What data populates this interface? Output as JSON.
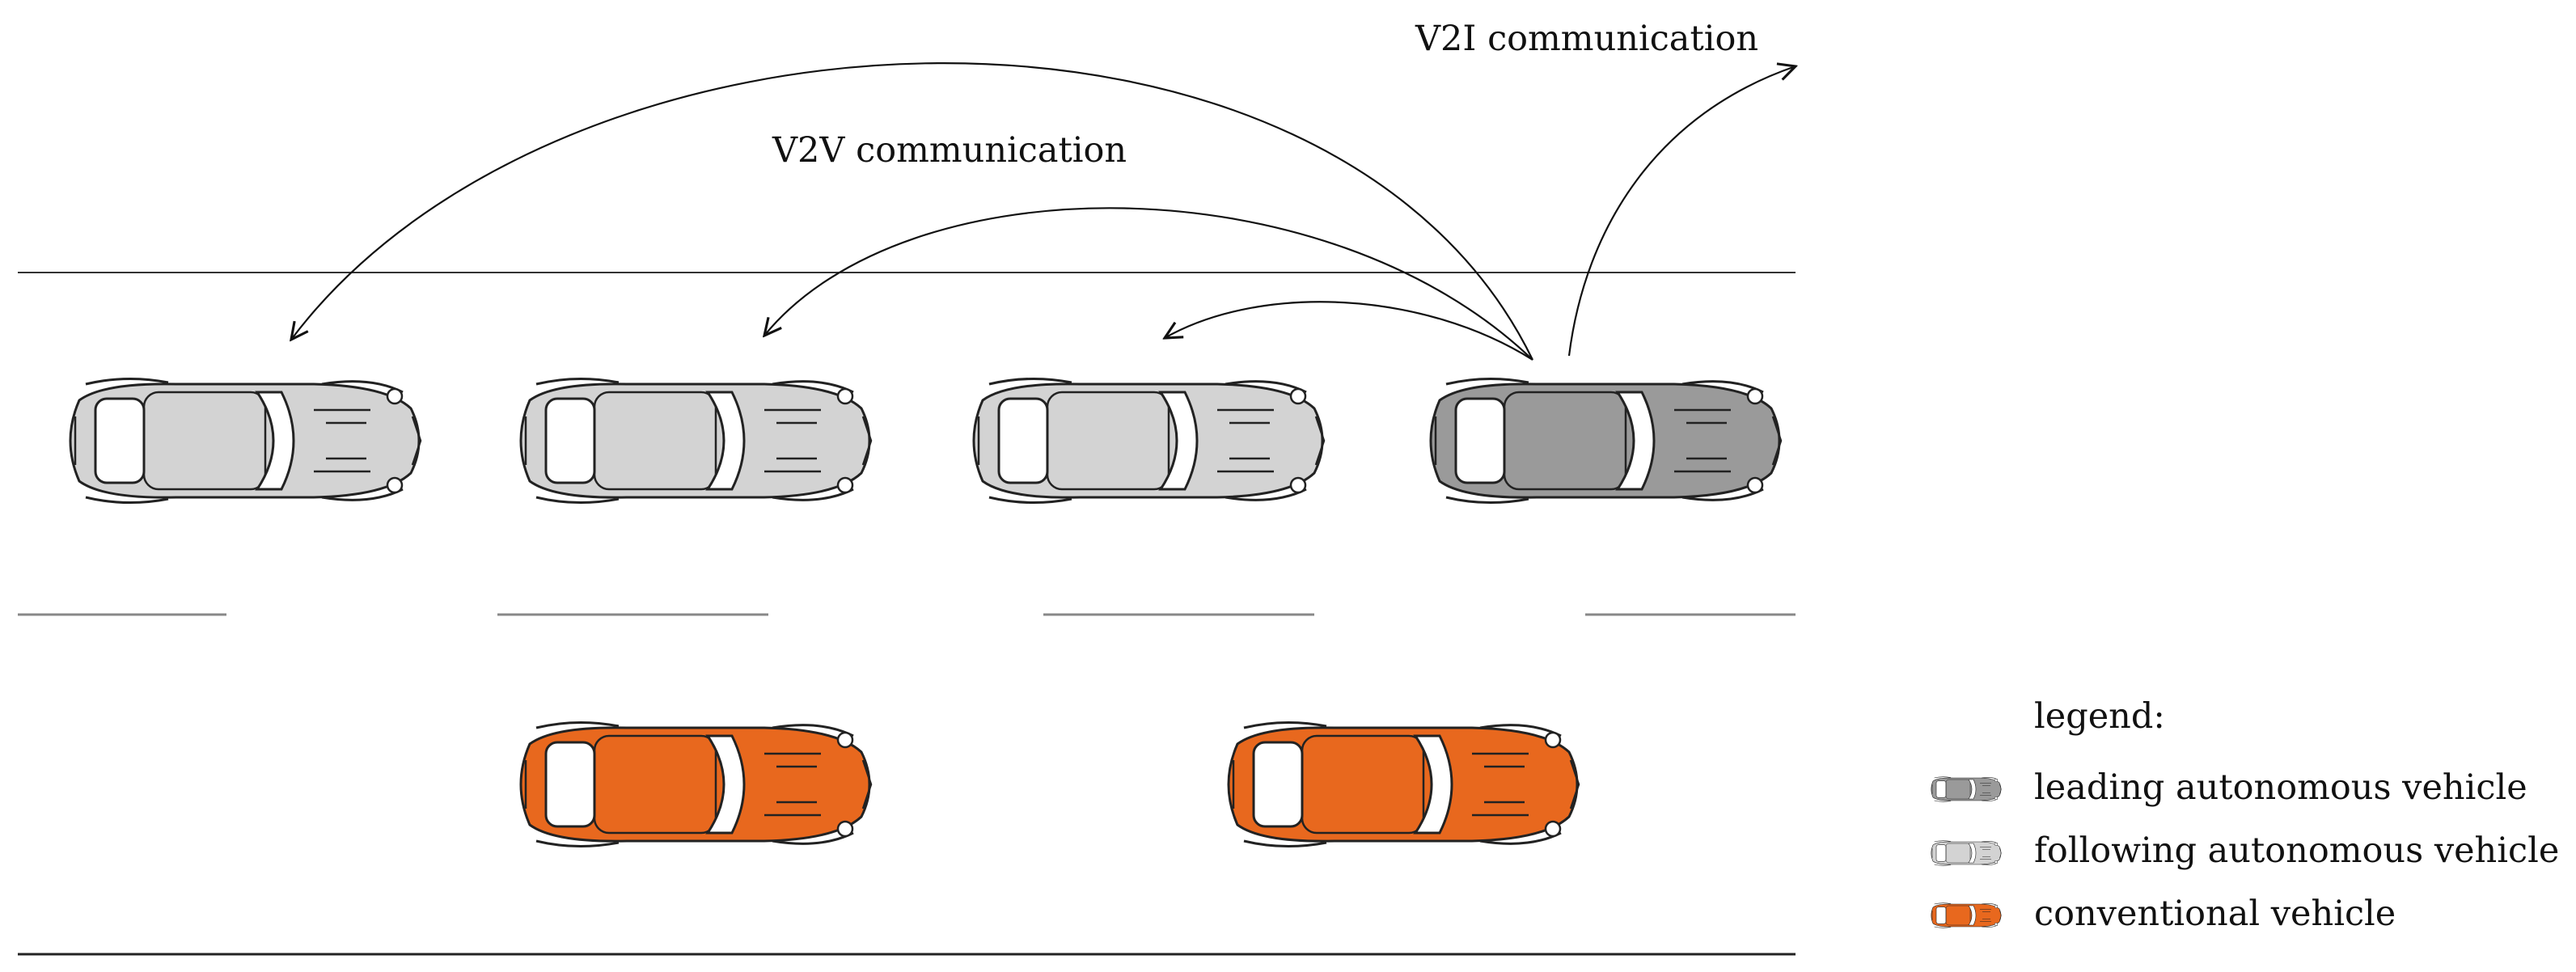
{
  "annotations": {
    "v2i": "V2I communication",
    "v2v": "V2V communication"
  },
  "legend": {
    "title": "legend:",
    "items": [
      {
        "label": "leading autonomous vehicle",
        "color": "#9a9a9a"
      },
      {
        "label": "following autonomous vehicle",
        "color": "#d3d3d3"
      },
      {
        "label": "conventional vehicle",
        "color": "#e8681e"
      }
    ]
  },
  "colors": {
    "road_line": "#333333",
    "lane_dash": "#888888",
    "arrow": "#111111",
    "leading": "#9a9a9a",
    "following": "#d3d3d3",
    "conventional": "#e8681e"
  }
}
